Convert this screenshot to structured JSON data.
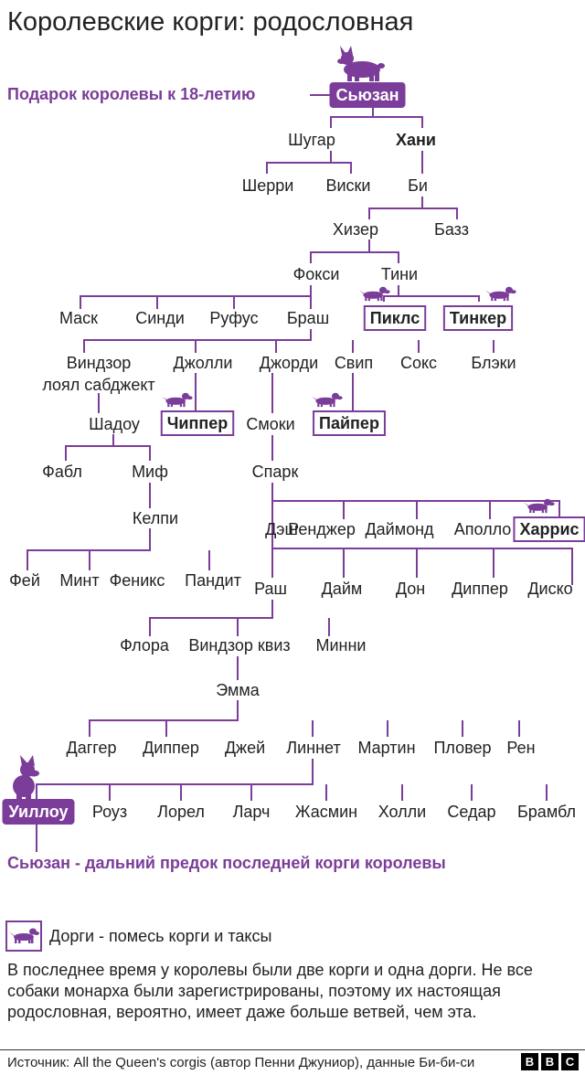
{
  "title": "Королевские корги: родословная",
  "gift_note": "Подарок королевы к 18-летию",
  "bottom_note": "Сьюзан - дальний предок последней корги королевы",
  "legend": {
    "text": "Дорги - помесь корги и таксы",
    "icon": "dachshund-icon"
  },
  "note": "В последнее время у королевы были две корги и одна дорги. Не все собаки монарха были зарегистрированы, поэтому их настоящая родословная, вероятно, имеет даже больше ветвей, чем эта.",
  "source": "Источник: All the Queen's corgis (автор Пенни Джуниор), данные Би-би-си",
  "logo": [
    "B",
    "B",
    "C"
  ],
  "colors": {
    "accent": "#7b3d99",
    "text": "#222222"
  },
  "dogs": {
    "susan": "Сьюзан",
    "sugar": "Шугар",
    "honey": "Хани",
    "sherry": "Шерри",
    "whisky": "Виски",
    "bee": "Би",
    "heather": "Хизер",
    "buzz": "Базз",
    "foxy": "Фокси",
    "tiny": "Тини",
    "mask": "Маск",
    "cindy": "Синди",
    "rufus": "Руфус",
    "brush": "Браш",
    "pickles": "Пиклс",
    "tinker": "Тинкер",
    "windsor": "Виндзор",
    "loyal": "лоял сабджект",
    "jolly": "Джолли",
    "geordie": "Джорди",
    "sweep": "Свип",
    "socks": "Сокс",
    "blackie": "Блэки",
    "shadow": "Шадоу",
    "chipper": "Чиппер",
    "smokey": "Смоки",
    "piper": "Пайпер",
    "fable": "Фабл",
    "myth": "Миф",
    "spark": "Спарк",
    "kelpie": "Келпи",
    "dash": "Дэш",
    "ranger": "Ренджер",
    "diamond": "Даймонд",
    "apollo": "Аполло",
    "harris": "Харрис",
    "fay": "Фей",
    "mint": "Минт",
    "phoenix": "Феникс",
    "pundit": "Пандит",
    "rush": "Раш",
    "dime": "Дайм",
    "don": "Дон",
    "dipper1": "Диппер",
    "disco": "Диско",
    "flora": "Флора",
    "windsorquiz": "Виндзор квиз",
    "minnie": "Минни",
    "emma": "Эмма",
    "dagger": "Даггер",
    "dipper2": "Диппер",
    "jay": "Джей",
    "linnet": "Линнет",
    "martin": "Мартин",
    "plover": "Пловер",
    "wren": "Рен",
    "willow": "Уиллоу",
    "rose": "Роуз",
    "laurel": "Лорел",
    "larch": "Ларч",
    "jasmine": "Жасмин",
    "holly": "Холли",
    "cedar": "Седар",
    "bramble": "Брамбл"
  }
}
